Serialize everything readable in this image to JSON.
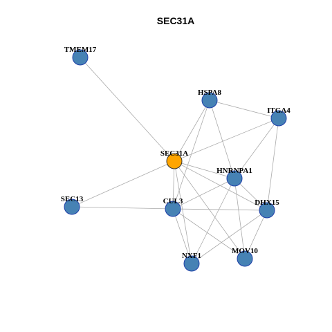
{
  "title": "SEC31A",
  "colors": {
    "node_fill": "#4682B4",
    "node_stroke": "#1F3FA8",
    "center_fill": "#FFA500",
    "edge": "#AAAAAA"
  },
  "center": "SEC31A",
  "nodes": [
    "TMEM17",
    "HSPA8",
    "ITGA4",
    "SEC31A",
    "HNRNPA1",
    "SEC13",
    "CUL3",
    "DHX15",
    "MOV10",
    "NXF1"
  ],
  "edges": [
    [
      "TMEM17",
      "SEC31A"
    ],
    [
      "HSPA8",
      "ITGA4"
    ],
    [
      "HSPA8",
      "HNRNPA1"
    ],
    [
      "HSPA8",
      "CUL3"
    ],
    [
      "HSPA8",
      "SEC31A"
    ],
    [
      "ITGA4",
      "SEC31A"
    ],
    [
      "ITGA4",
      "HNRNPA1"
    ],
    [
      "ITGA4",
      "DHX15"
    ],
    [
      "SEC31A",
      "SEC13"
    ],
    [
      "SEC31A",
      "HNRNPA1"
    ],
    [
      "SEC31A",
      "CUL3"
    ],
    [
      "SEC31A",
      "DHX15"
    ],
    [
      "SEC31A",
      "NXF1"
    ],
    [
      "SEC31A",
      "MOV10"
    ],
    [
      "SEC13",
      "CUL3"
    ],
    [
      "HNRNPA1",
      "CUL3"
    ],
    [
      "HNRNPA1",
      "DHX15"
    ],
    [
      "HNRNPA1",
      "NXF1"
    ],
    [
      "HNRNPA1",
      "MOV10"
    ],
    [
      "CUL3",
      "DHX15"
    ],
    [
      "CUL3",
      "NXF1"
    ],
    [
      "CUL3",
      "MOV10"
    ],
    [
      "DHX15",
      "NXF1"
    ],
    [
      "DHX15",
      "MOV10"
    ]
  ]
}
